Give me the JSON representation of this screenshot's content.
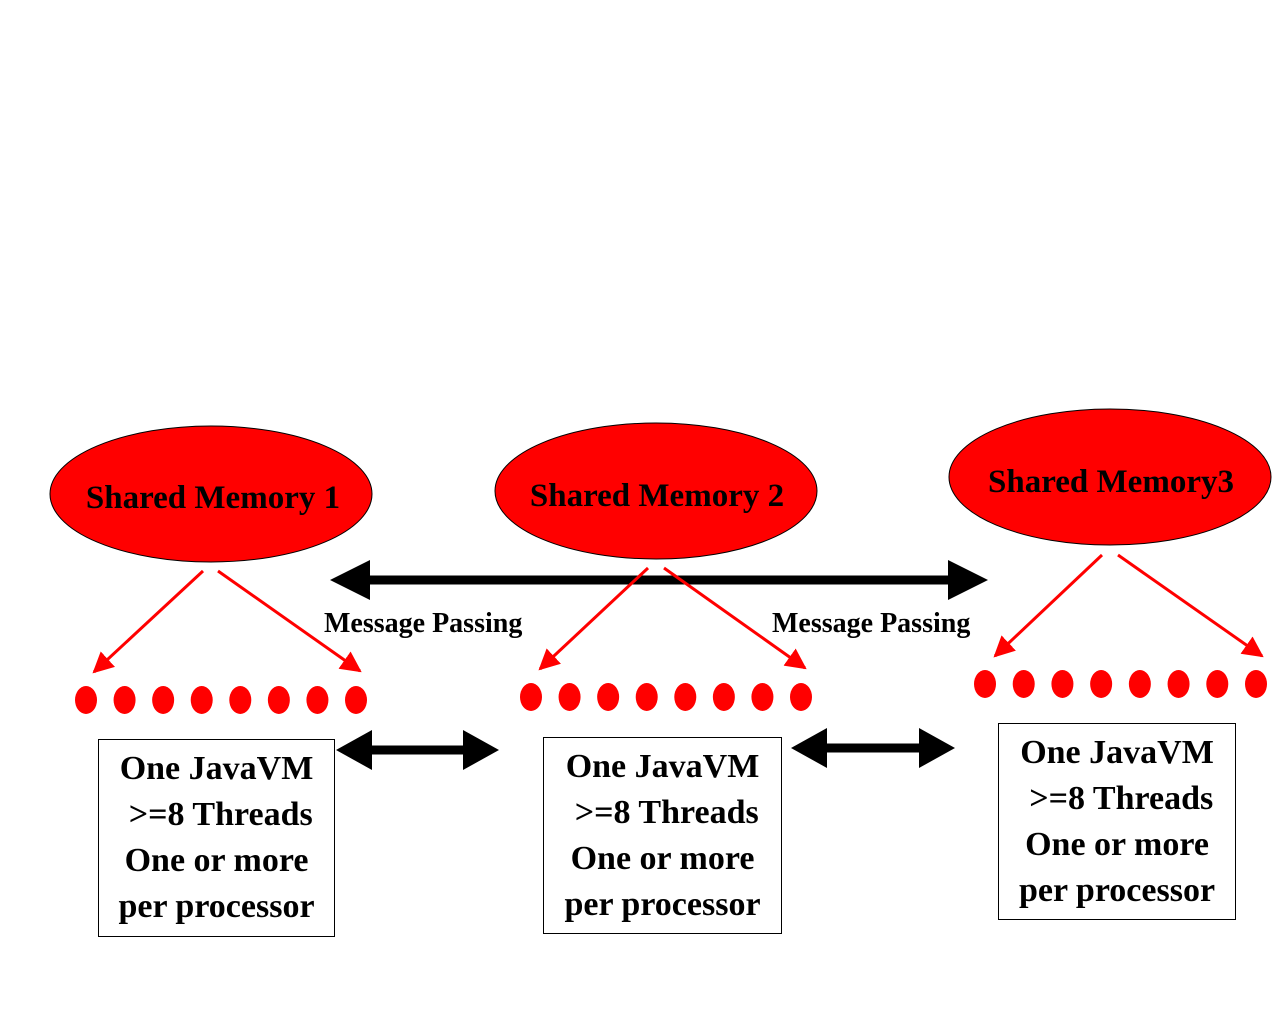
{
  "colors": {
    "memory_fill": "#ff0000",
    "thread_dot": "#ff0000",
    "red_arrow": "#ff0000",
    "black_arrow": "#000000",
    "text": "#000000",
    "background": "#ffffff"
  },
  "shared_memories": [
    {
      "label": "Shared Memory 1"
    },
    {
      "label": "Shared Memory 2"
    },
    {
      "label": "Shared Memory3"
    }
  ],
  "message_passing_labels": [
    "Message Passing",
    "Message Passing"
  ],
  "threads_per_group": 8,
  "nodes": [
    {
      "lines": [
        "One JavaVM",
        " >=8 Threads",
        "One or more",
        "per processor"
      ]
    },
    {
      "lines": [
        "One JavaVM",
        " >=8 Threads",
        "One or more",
        "per processor"
      ]
    },
    {
      "lines": [
        "One JavaVM",
        " >=8 Threads",
        "One or more",
        "per processor"
      ]
    }
  ]
}
